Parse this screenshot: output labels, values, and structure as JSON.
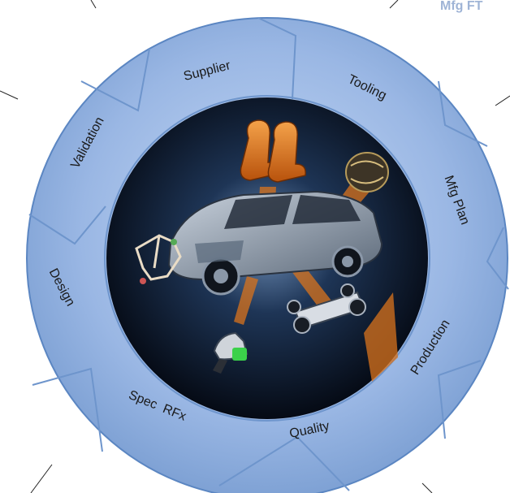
{
  "corner_label": "Mfg FT",
  "cycle": {
    "segments": [
      {
        "key": "supplier",
        "label": "Supplier"
      },
      {
        "key": "tooling",
        "label": "Tooling"
      },
      {
        "key": "mfg-plan",
        "label": "Mfg Plan"
      },
      {
        "key": "production",
        "label": "Production"
      },
      {
        "key": "quality",
        "label": "Quality"
      },
      {
        "key": "spec-rfx",
        "label": "Spec  RFx"
      },
      {
        "key": "design",
        "label": "Design"
      },
      {
        "key": "validation",
        "label": "Validation"
      }
    ]
  },
  "center_image": {
    "icons": [
      "car-icon",
      "seat-icon",
      "airbag-module-icon",
      "wire-harness-icon",
      "chassis-icon",
      "pedal-assembly-icon"
    ]
  },
  "colors": {
    "ring_fill": "#9ab7e4",
    "ring_border": "#5b86c2",
    "center_dark": "#07111f",
    "accent_orange": "#d9731c"
  }
}
